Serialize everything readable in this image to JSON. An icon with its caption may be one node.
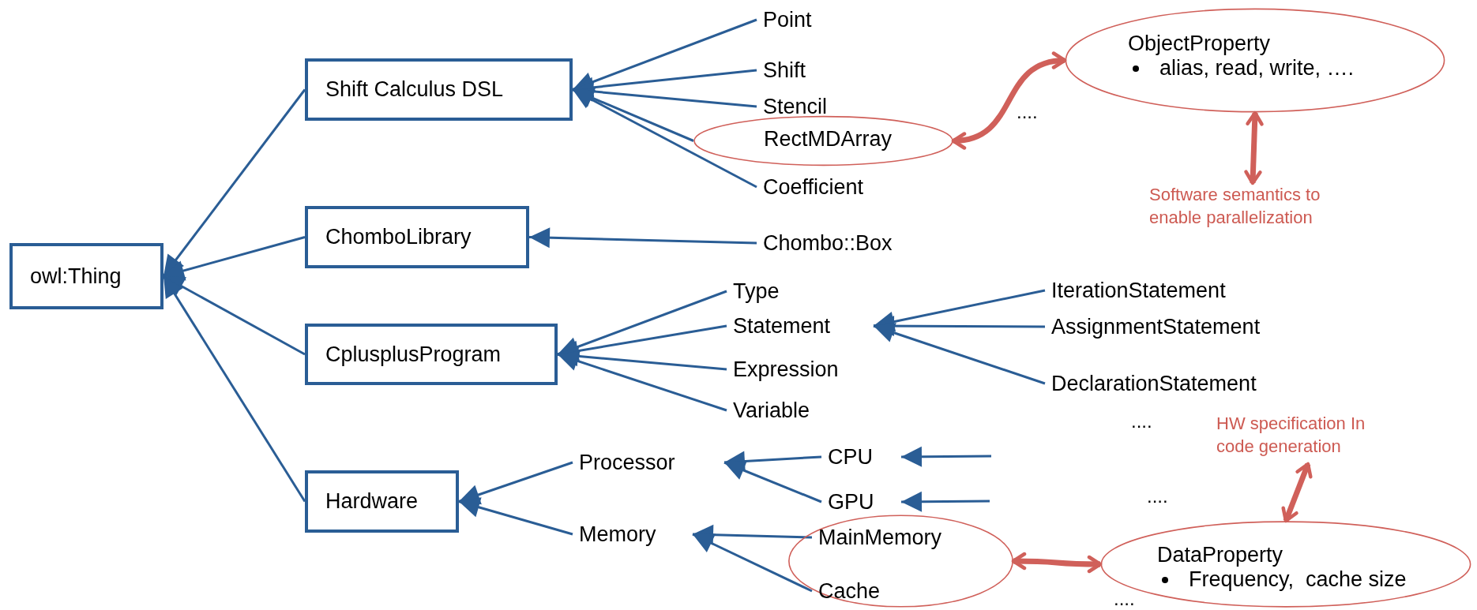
{
  "diagram": {
    "nodes": [
      {
        "text": [
          "owl:Thing"
        ]
      },
      {
        "text": [
          "Shift Calculus DSL"
        ]
      },
      {
        "text": [
          "Point"
        ]
      },
      {
        "text": [
          "Shift"
        ]
      },
      {
        "text": [
          "Stencil"
        ]
      },
      {
        "text": [
          "RectMDArray"
        ]
      },
      {
        "text": [
          "Coefficient"
        ]
      },
      {
        "text": [
          "ObjectProperty",
          "alias, read, write, …."
        ]
      },
      {
        "text": [
          "Software semantics to enable parallelization"
        ]
      },
      {
        "text": [
          "ChomboLibrary"
        ]
      },
      {
        "text": [
          "Chombo::Box"
        ]
      },
      {
        "text": [
          "CplusplusProgram"
        ]
      },
      {
        "text": [
          "Type"
        ]
      },
      {
        "text": [
          "Statement"
        ]
      },
      {
        "text": [
          "Expression"
        ]
      },
      {
        "text": [
          "Variable"
        ]
      },
      {
        "text": [
          "IterationStatement"
        ]
      },
      {
        "text": [
          "AssignmentStatement"
        ]
      },
      {
        "text": [
          "DeclarationStatement"
        ]
      },
      {
        "text": [
          "Hardware"
        ]
      },
      {
        "text": [
          "Processor"
        ]
      },
      {
        "text": [
          "Memory"
        ]
      },
      {
        "text": [
          "CPU"
        ]
      },
      {
        "text": [
          "GPU"
        ]
      },
      {
        "text": [
          "HW specification In code generation"
        ]
      },
      {
        "text": [],
        "shape": "ellipse"
      },
      {
        "text": [
          "MainMemory"
        ],
        "in": 25
      },
      {
        "text": [
          "Cache"
        ],
        "in": 25
      },
      {
        "text": [
          "DataProperty",
          "Frequency,  cache size"
        ]
      }
    ],
    "edges": [
      {
        "from": 1,
        "to": 0,
        "arrow": "to"
      },
      {
        "from": 9,
        "to": 0,
        "arrow": "to"
      },
      {
        "from": 11,
        "to": 0,
        "arrow": "to"
      },
      {
        "from": 19,
        "to": 0,
        "arrow": "to"
      },
      {
        "from": 2,
        "to": 1,
        "arrow": "to"
      },
      {
        "from": 3,
        "to": 1,
        "arrow": "to"
      },
      {
        "from": 4,
        "to": 1,
        "arrow": "to"
      },
      {
        "from": 5,
        "to": 1,
        "arrow": "to"
      },
      {
        "from": 6,
        "to": 1,
        "arrow": "to"
      },
      {
        "from": 10,
        "to": 9,
        "arrow": "to"
      },
      {
        "from": 12,
        "to": 11,
        "arrow": "to"
      },
      {
        "from": 13,
        "to": 11,
        "arrow": "to"
      },
      {
        "from": 14,
        "to": 11,
        "arrow": "to"
      },
      {
        "from": 15,
        "to": 11,
        "arrow": "to"
      },
      {
        "from": 16,
        "to": 13,
        "arrow": "to"
      },
      {
        "from": 17,
        "to": 13,
        "arrow": "to"
      },
      {
        "from": 18,
        "to": 13,
        "arrow": "to"
      },
      {
        "from": 20,
        "to": 19,
        "arrow": "to"
      },
      {
        "from": 21,
        "to": 19,
        "arrow": "to"
      },
      {
        "from": 22,
        "to": 20,
        "arrow": "to"
      },
      {
        "from": 23,
        "to": 20,
        "arrow": "to"
      },
      {
        "from": null,
        "to": 22,
        "arrow": "to"
      },
      {
        "from": null,
        "to": 23,
        "arrow": "to"
      },
      {
        "from": 26,
        "to": 21,
        "arrow": "to"
      },
      {
        "from": 27,
        "to": 21,
        "arrow": "to"
      },
      {
        "from": 5,
        "to": 7,
        "arrow": "both",
        "style": "thick",
        "color": "#d0605a"
      },
      {
        "from": 7,
        "to": 8,
        "arrow": "both",
        "style": "thick",
        "color": "#d0605a"
      },
      {
        "from": 25,
        "to": 28,
        "arrow": "both",
        "style": "thick",
        "color": "#d0605a"
      },
      {
        "from": 28,
        "to": 24,
        "arrow": "both",
        "style": "thick",
        "color": "#d0605a"
      }
    ],
    "labels": [
      "....",
      "....",
      "....",
      "...."
    ]
  }
}
